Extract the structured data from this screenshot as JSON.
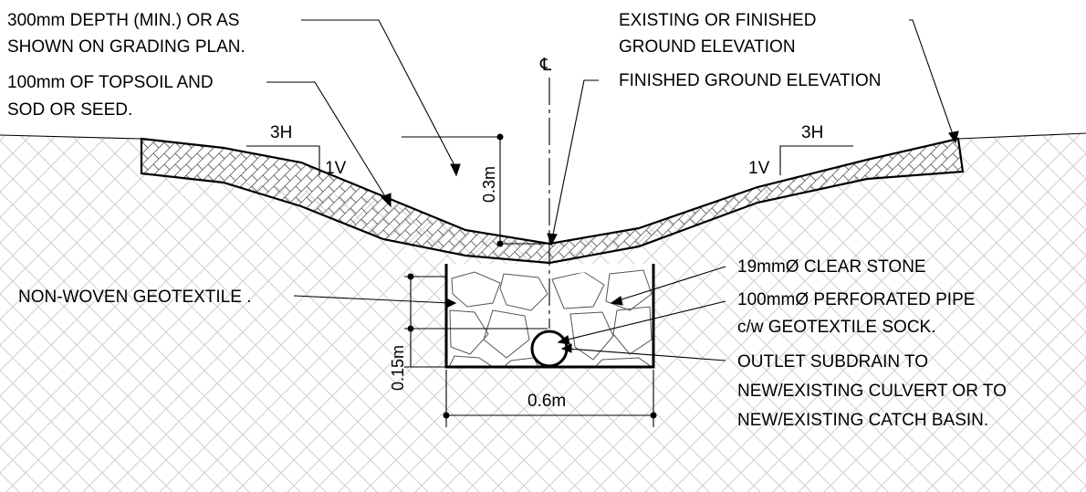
{
  "labels": {
    "depth_1": "300mm DEPTH (MIN.) OR AS",
    "depth_2": "SHOWN ON GRADING PLAN.",
    "topsoil_1": "100mm OF TOPSOIL AND",
    "topsoil_2": "SOD OR SEED.",
    "existing_1": "EXISTING OR FINISHED",
    "existing_2": "GROUND ELEVATION",
    "finished": "FINISHED GROUND ELEVATION",
    "centerline": "℄",
    "slope_left_h": "3H",
    "slope_left_v": "1V",
    "slope_right_h": "3H",
    "slope_right_v": "1V",
    "dim_depth": "0.3m",
    "stone": "19mmØ CLEAR STONE",
    "geotextile": "NON-WOVEN GEOTEXTILE .",
    "pipe_1": "100mmØ PERFORATED PIPE",
    "pipe_2": "c/w GEOTEXTILE SOCK.",
    "outlet_1": "OUTLET SUBDRAIN TO",
    "outlet_2": "NEW/EXISTING CULVERT OR TO",
    "outlet_3": "NEW/EXISTING CATCH BASIN.",
    "dim_pipe": "0.15m",
    "dim_width": "0.6m"
  },
  "colors": {
    "line": "#000000",
    "earth_hatch": "#c8c8c8",
    "topsoil_hatch": "#5a5a5a",
    "stone_outline": "#555555"
  }
}
